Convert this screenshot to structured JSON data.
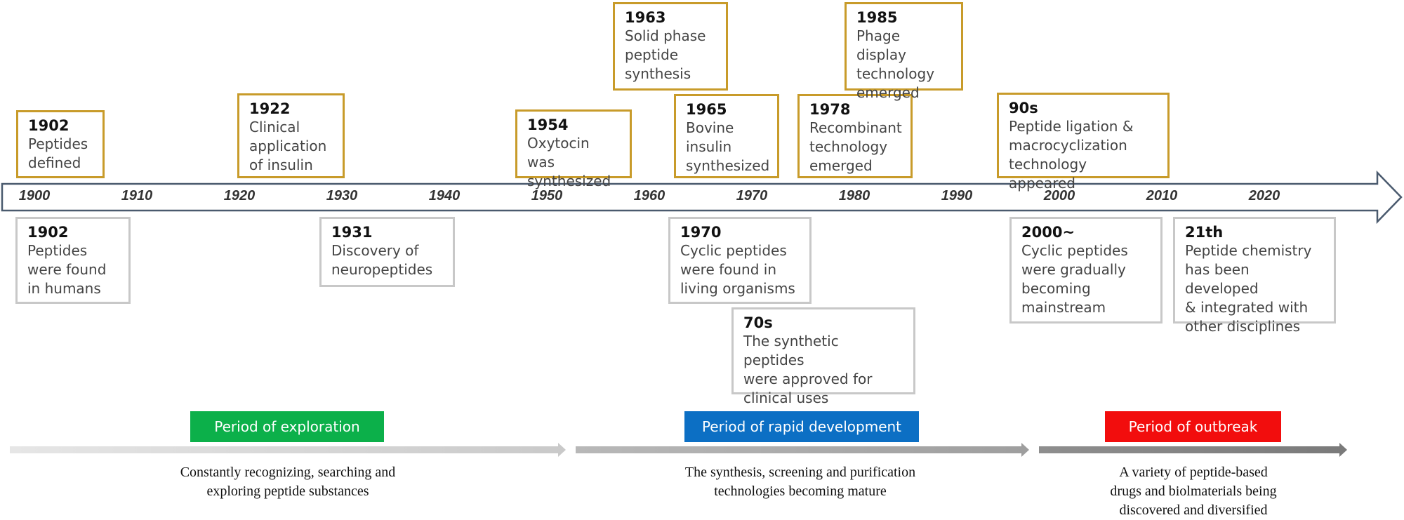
{
  "colors": {
    "gold": "#c89b2a",
    "gray_border": "#c8c8c8",
    "axis": "#4a5a6e",
    "exploration": "#0cb04a",
    "rapid": "#0c6fc4",
    "outbreak": "#f20d0d"
  },
  "timeline": {
    "ticks": [
      "1900",
      "1910",
      "1920",
      "1930",
      "1940",
      "1950",
      "1960",
      "1970",
      "1980",
      "1990",
      "2000",
      "2010",
      "2020"
    ]
  },
  "events_above": [
    {
      "year": "1902",
      "desc": "Peptides\ndefined"
    },
    {
      "year": "1922",
      "desc": "Clinical\napplication\nof insulin"
    },
    {
      "year": "1954",
      "desc": "Oxytocin was\nsynthesized"
    },
    {
      "year": "1963",
      "desc": "Solid phase\npeptide\nsynthesis"
    },
    {
      "year": "1965",
      "desc": "Bovine\ninsulin\nsynthesized"
    },
    {
      "year": "1978",
      "desc": "Recombinant\ntechnology\nemerged"
    },
    {
      "year": "1985",
      "desc": "Phage display\ntechnology\nemerged"
    },
    {
      "year": "90s",
      "desc": "Peptide ligation &\nmacrocyclization\ntechnology appeared"
    }
  ],
  "events_below": [
    {
      "year": "1902",
      "desc": "Peptides\nwere found\nin humans"
    },
    {
      "year": "1931",
      "desc": "Discovery of\nneuropeptides"
    },
    {
      "year": "1970",
      "desc": "Cyclic peptides\nwere found in\nliving organisms"
    },
    {
      "year": "70s",
      "desc": "The synthetic peptides\nwere approved for\nclinical uses"
    },
    {
      "year": "2000~",
      "desc": "Cyclic peptides\nwere gradually\nbecoming\nmainstream"
    },
    {
      "year": "21th",
      "desc": "Peptide chemistry\nhas been developed\n& integrated with\nother disciplines"
    }
  ],
  "periods": [
    {
      "label": "Period of exploration",
      "desc": "Constantly recognizing, searching and\nexploring peptide substances"
    },
    {
      "label": "Period of rapid development",
      "desc": "The synthesis, screening and purification\ntechnologies becoming mature"
    },
    {
      "label": "Period of outbreak",
      "desc": "A variety of peptide-based\ndrugs and biolmaterials being\ndiscovered and diversified"
    }
  ]
}
